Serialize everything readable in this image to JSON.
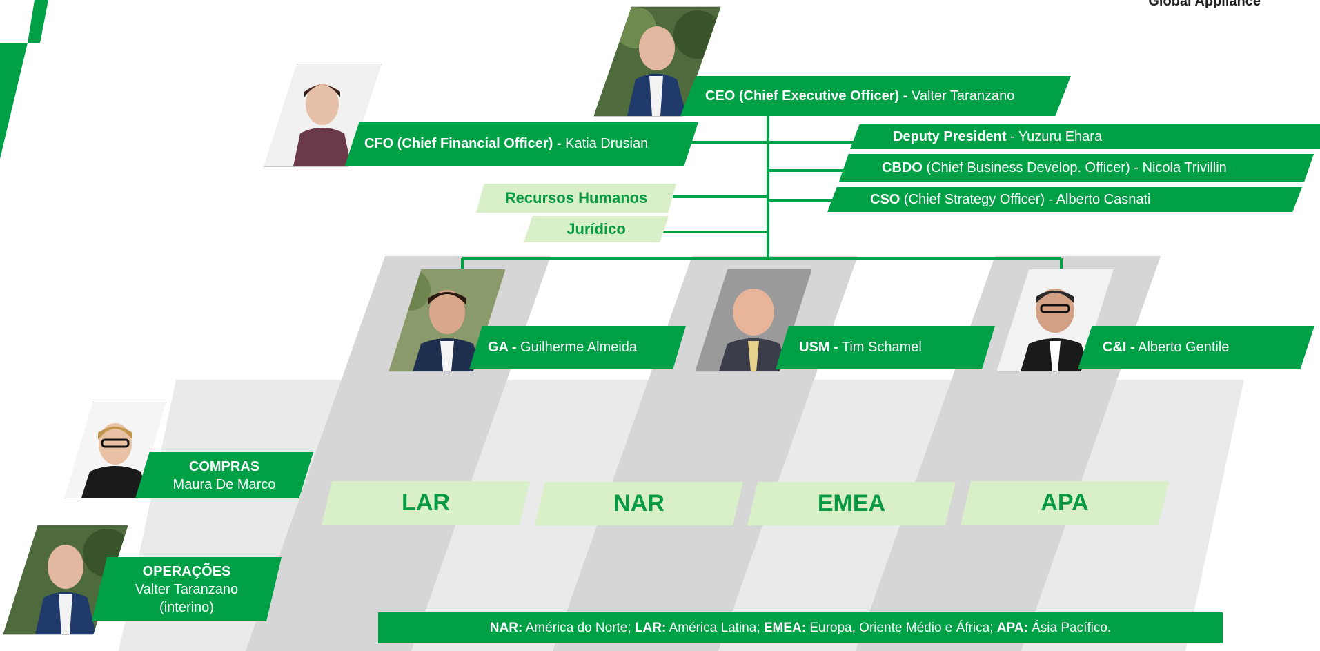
{
  "header": {
    "corner_text": "Global Appliance"
  },
  "colors": {
    "brand_green": "#00a046",
    "light_green": "#d9efc7",
    "light_green_text": "#079a43",
    "panel_dark": "#d6d6d6",
    "panel_light": "#eaeaea"
  },
  "ceo": {
    "role": "CEO (Chief Executive Officer) -",
    "name": " Valter Taranzano"
  },
  "cfo": {
    "role": "CFO (Chief Financial Officer) -",
    "name": " Katia Drusian"
  },
  "right_roles": [
    {
      "role": "Deputy President",
      "name": " - Yuzuru Ehara"
    },
    {
      "role": "CBDO",
      "name": " (Chief Business Develop. Officer) - Nicola Trivillin"
    },
    {
      "role": "CSO",
      "name": " (Chief Strategy Officer) - Alberto Casnati"
    }
  ],
  "staff": {
    "hr": "Recursos Humanos",
    "legal": "Jurídico"
  },
  "divisions": [
    {
      "role": "GA -",
      "name": " Guilherme Almeida"
    },
    {
      "role": "USM -",
      "name": " Tim Schamel"
    },
    {
      "role": "C&I -",
      "name": " Alberto Gentile"
    }
  ],
  "compras": {
    "title": "COMPRAS",
    "name": "Maura De Marco"
  },
  "operacoes": {
    "title": "OPERAÇÕES",
    "name": "Valter Taranzano",
    "note": "(interino)"
  },
  "regions": [
    "LAR",
    "NAR",
    "EMEA",
    "APA"
  ],
  "legend": {
    "k1": "NAR:",
    "v1": " América do Norte; ",
    "k2": "LAR:",
    "v2": " América Latina; ",
    "k3": "EMEA:",
    "v3": " Europa, Oriente Médio e África; ",
    "k4": "APA:",
    "v4": " Ásia Pacífico."
  }
}
